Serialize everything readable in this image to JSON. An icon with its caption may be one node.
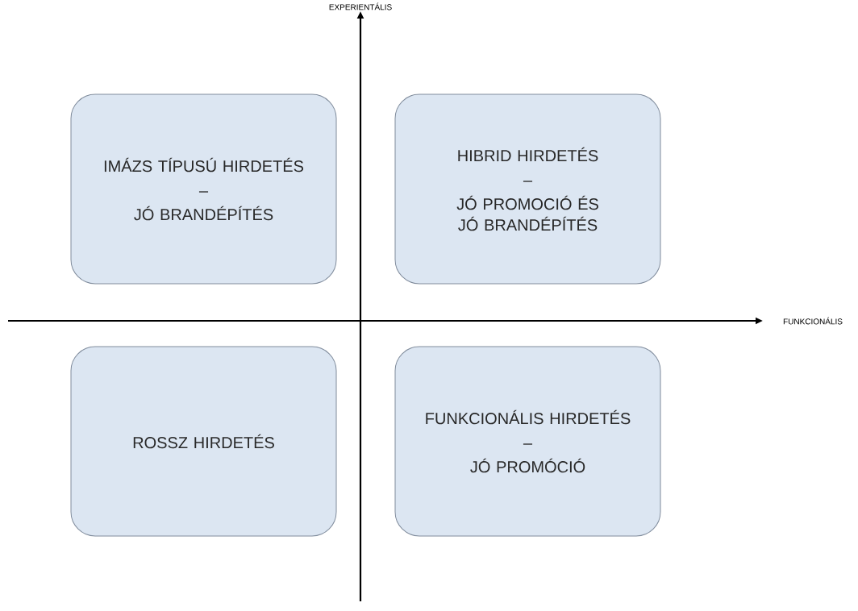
{
  "diagram": {
    "nodes": [
      {
        "text": [
          "IMÁZS TÍPUSÚ HIRDETÉS",
          "–",
          "JÓ BRANDÉPÍTÉS"
        ]
      },
      {
        "text": [
          "HIBRID HIRDETÉS",
          "–",
          "JÓ PROMOCIÓ ÉS JÓ BRANDÉPÍTÉS"
        ]
      },
      {
        "text": [
          "ROSSZ HIRDETÉS"
        ]
      },
      {
        "text": [
          "FUNKCIONÁLIS HIRDETÉS",
          "–",
          "JÓ PROMÓCIÓ"
        ]
      }
    ],
    "labels": [
      "EXPERIENTÁLIS",
      "FUNKCIONÁLIS"
    ]
  }
}
